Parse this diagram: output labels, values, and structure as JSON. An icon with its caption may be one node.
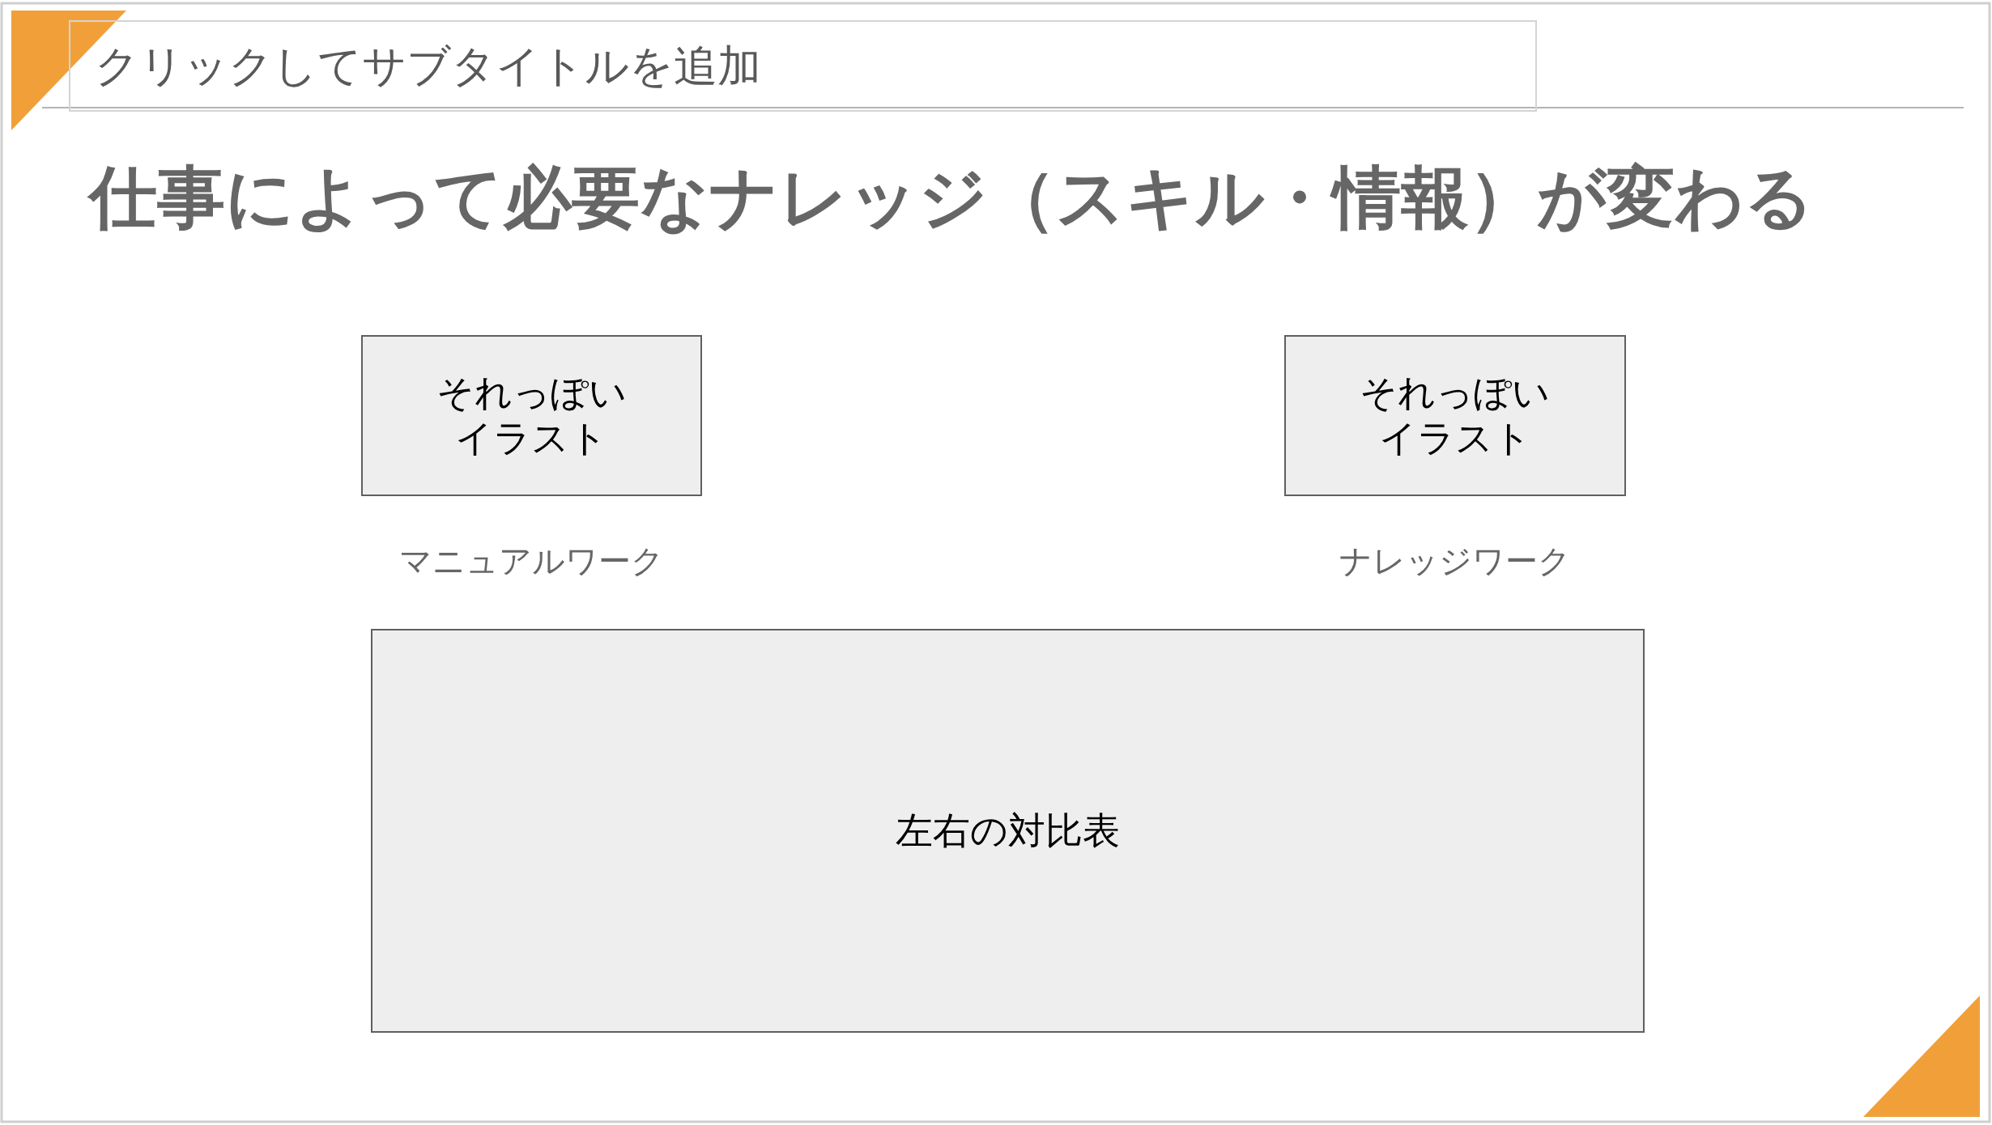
{
  "diagram": {
    "title": "仕事によって必要なナレッジ（スキル・情報）が変わる",
    "nodes": [
      {
        "text": [
          "クリックしてサブタイトルを追加"
        ]
      },
      {
        "text": [
          "それっぽいイラスト"
        ],
        "beside": [
          "マニュアルワーク"
        ]
      },
      {
        "text": [
          "それっぽいイラスト"
        ],
        "beside": [
          "ナレッジワーク"
        ]
      },
      {
        "text": [
          "左右の対比表"
        ]
      }
    ]
  }
}
